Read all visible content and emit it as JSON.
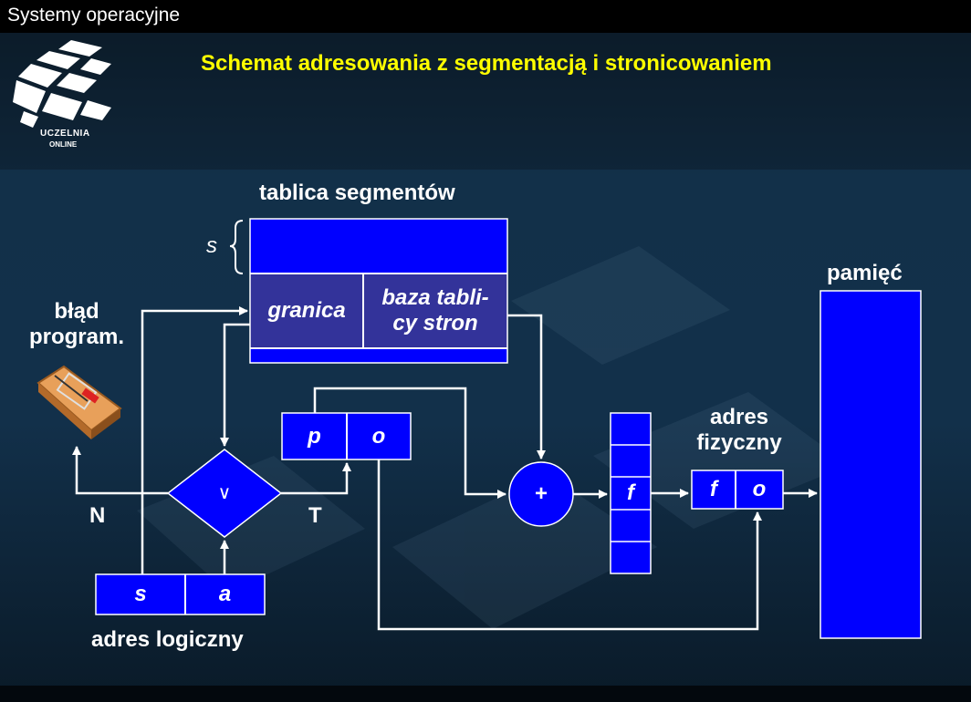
{
  "header": {
    "course": "Systemy operacyjne",
    "title": "Schemat adresowania z segmentacją i stronicowaniem",
    "logo_text_line1": "UCZELNIA",
    "logo_text_line2": "ONLINE"
  },
  "segment_table": {
    "title": "tablica segmentów",
    "index_label": "s",
    "limit_field": "granica",
    "base_field": "baza tabli-cy stron",
    "base_field_lines": [
      "baza tabli-",
      "cy stron"
    ]
  },
  "error": {
    "label_lines": [
      "błąd",
      "program."
    ]
  },
  "comparator": {
    "symbol": "∨"
  },
  "branches": {
    "no": "N",
    "yes": "T"
  },
  "logical_address": {
    "label": "adres logiczny",
    "fields": [
      "s",
      "a"
    ]
  },
  "intermediate": {
    "fields": [
      "p",
      "o"
    ]
  },
  "adder": {
    "symbol": "+"
  },
  "page_table": {
    "frame_field": "f"
  },
  "physical_address": {
    "label_lines": [
      "adres",
      "fizyczny"
    ],
    "fields": [
      "f",
      "o"
    ]
  },
  "memory": {
    "label": "pamięć"
  },
  "colors": {
    "box_blue": "#0000ff",
    "field_dark_blue": "#33339a",
    "title_yellow": "#ffff00",
    "background": "#0d2236",
    "line_white": "#ffffff"
  }
}
